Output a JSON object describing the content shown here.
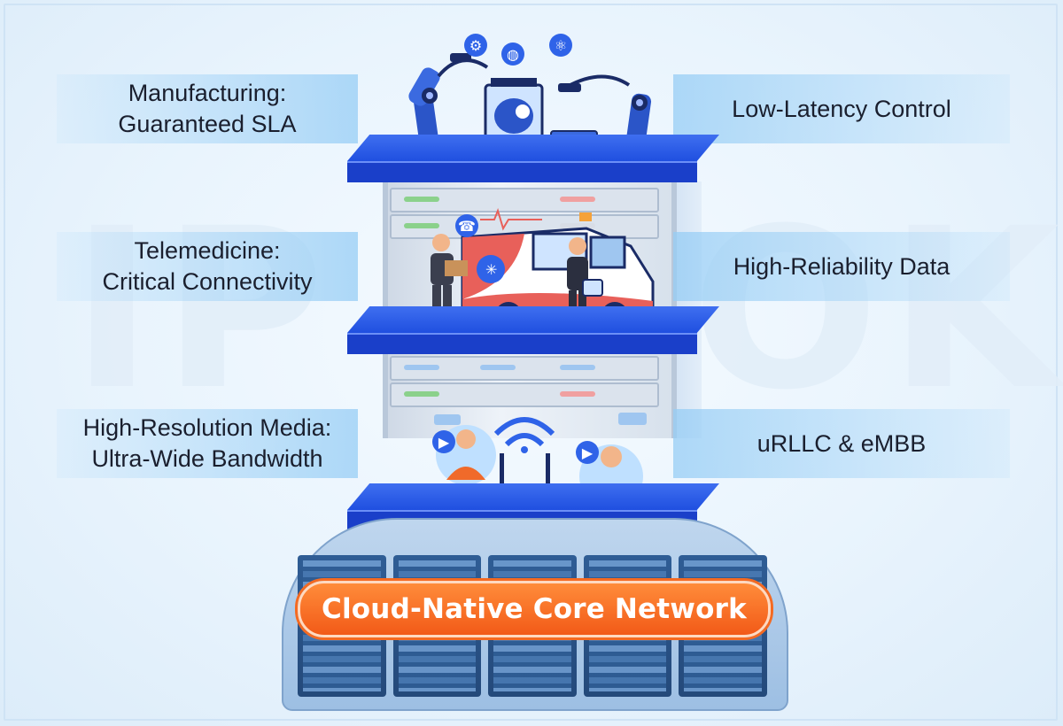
{
  "watermark": {
    "left": "IP",
    "right": "OK"
  },
  "rows": [
    {
      "left_line1": "Manufacturing:",
      "left_line2": "Guaranteed SLA",
      "right": "Low-Latency Control"
    },
    {
      "left_line1": "Telemedicine:",
      "left_line2": "Critical Connectivity",
      "right": "High-Reliability Data"
    },
    {
      "left_line1": "High-Resolution Media:",
      "left_line2": "Ultra-Wide Bandwidth",
      "right": "uRLLC & eMBB"
    }
  ],
  "base": {
    "label": "Cloud-Native Core Network"
  },
  "icons": {
    "manufacturing": [
      "gear-icon",
      "globe-icon",
      "atom-icon"
    ],
    "telemedicine": [
      "phone-icon"
    ],
    "media": [
      "video-call-icon",
      "video-call-icon"
    ]
  },
  "colors": {
    "shelf": "#1f4fe0",
    "band": "#9fd0f3",
    "core_label": "#f25a18"
  }
}
